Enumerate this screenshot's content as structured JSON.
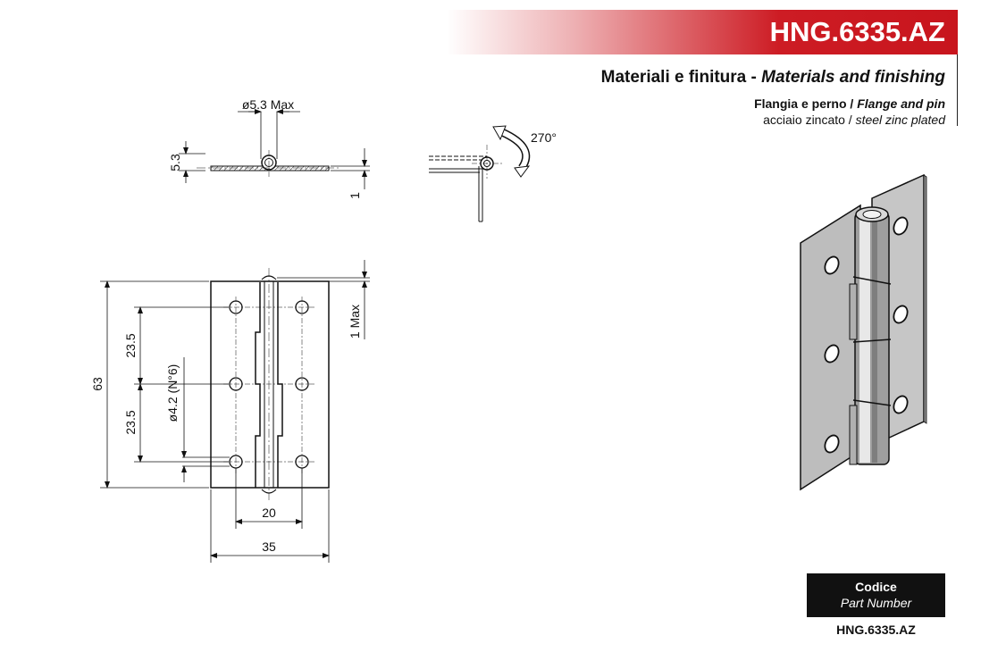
{
  "header": {
    "code": "HNG.6335.AZ"
  },
  "materials": {
    "title_it": "Materiali e finitura - ",
    "title_en": "Materials and finishing",
    "flange_it": "Flangia e perno / ",
    "flange_en": "Flange and pin",
    "finish_it": "acciaio zincato / ",
    "finish_en": "steel zinc plated"
  },
  "dimensions": {
    "pin_diameter": "ø5.3 Max",
    "thickness_h": "5.3",
    "plate_thickness": "1",
    "rotation": "270°",
    "top_offset": "1 Max",
    "spacing_upper": "23.5",
    "spacing_lower": "23.5",
    "height": "63",
    "holes": "ø4.2 (N°6)",
    "hole_spacing": "20",
    "width": "35"
  },
  "part_box": {
    "label_it": "Codice",
    "label_en": "Part Number",
    "value": "HNG.6335.AZ"
  }
}
